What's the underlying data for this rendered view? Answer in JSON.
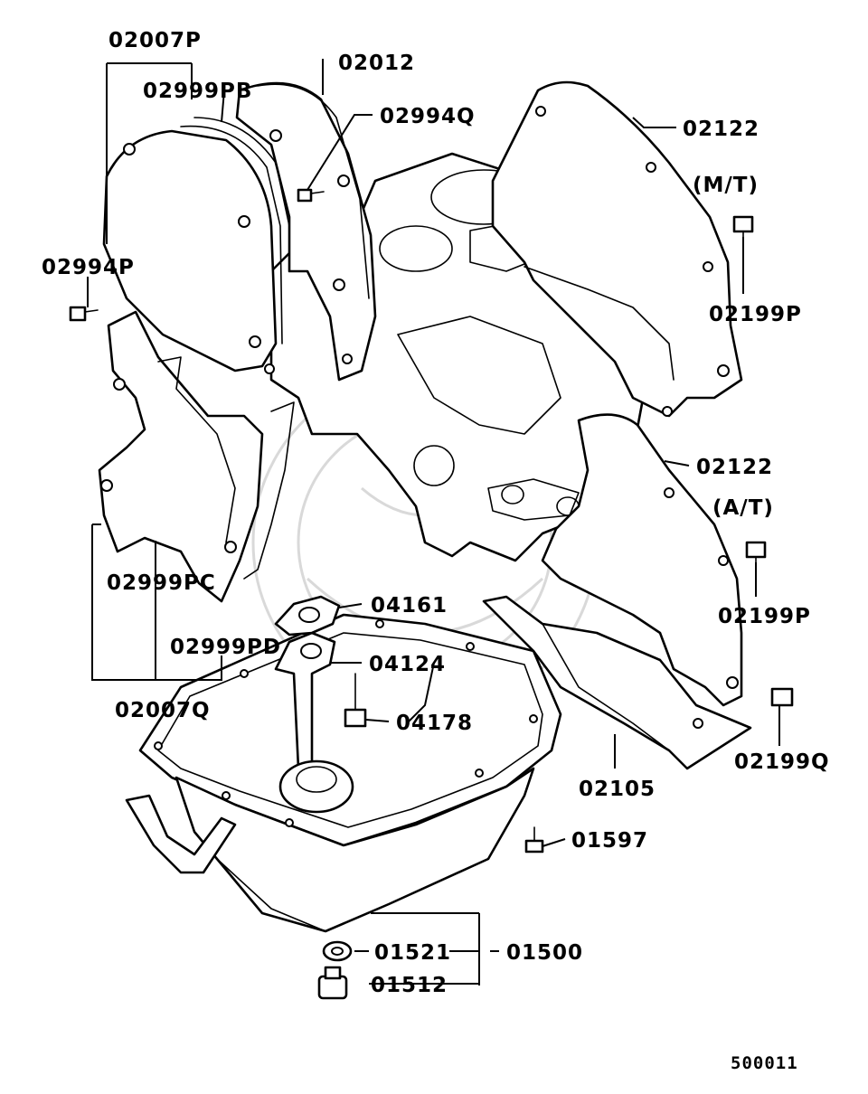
{
  "labels": {
    "p02007P": "02007P",
    "p02999PB": "02999PB",
    "p02012": "02012",
    "p02994Q": "02994Q",
    "p02122_mt": "02122",
    "mt": "(M/T)",
    "p02199P_1": "02199P",
    "p02994P": "02994P",
    "p02122_at": "02122",
    "at": "(A/T)",
    "p02199P_2": "02199P",
    "p02999PC": "02999PC",
    "p04161": "04161",
    "p02999PD": "02999PD",
    "p04124": "04124",
    "p02007Q": "02007Q",
    "p04178": "04178",
    "p02199Q": "02199Q",
    "p02105": "02105",
    "p01597": "01597",
    "p01521": "01521",
    "p01500": "01500",
    "p01512": "01512"
  },
  "diagram_code": "500011"
}
